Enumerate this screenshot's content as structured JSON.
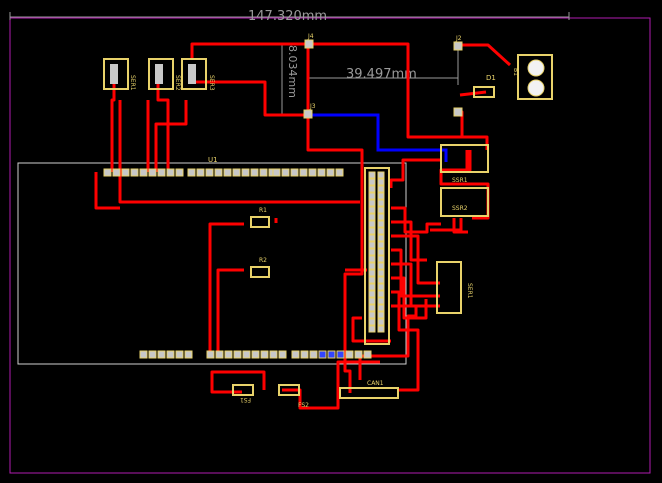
{
  "canvas": {
    "background": "#000000",
    "colors": {
      "board_outline": "#b01cb0",
      "top_trace": "#ff0000",
      "bottom_trace": "#0000ff",
      "silkscreen": "#e8d26a",
      "dimension": "#9a9a9a",
      "pad": "#c8c8c8"
    }
  },
  "dimensions": {
    "board_width": "147.320mm",
    "dim_h2": "39.497mm",
    "dim_v1": "8.034mm"
  },
  "components": {
    "u1": "U1",
    "r1": "R1",
    "r2": "R2",
    "d1": "D1",
    "b1": "B1",
    "j2": "J2",
    "j3": "J3",
    "j4": "J4",
    "can1": "CAN1",
    "fs1": "FS1",
    "fs2": "FS2",
    "ser1": "SER1",
    "ser2": "SER2",
    "ser3": "SER3",
    "ssr1": "SSR1",
    "ssr2": "SSR2"
  }
}
